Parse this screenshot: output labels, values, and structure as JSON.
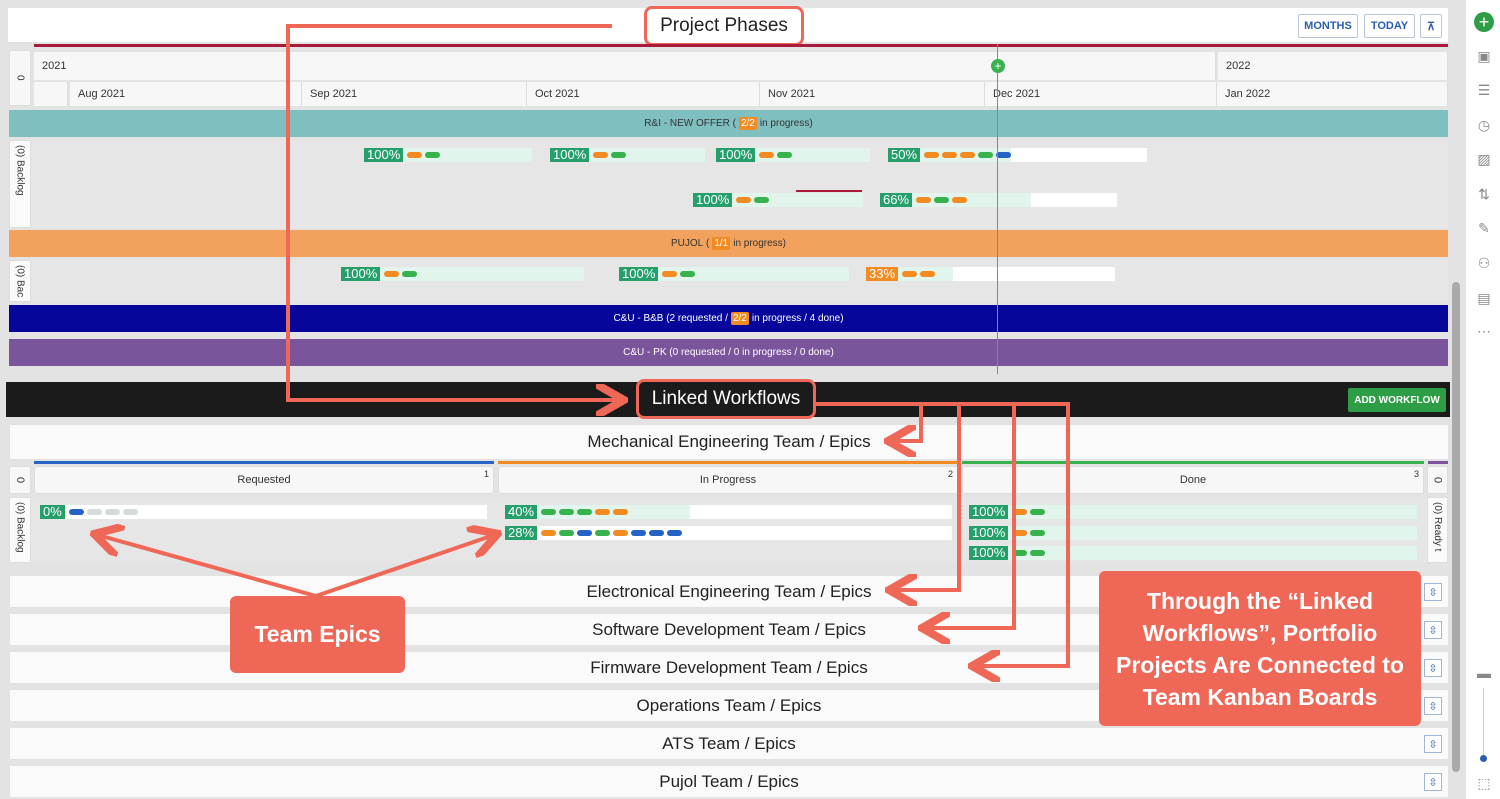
{
  "topbar": {
    "title": "Project Phases",
    "months_label": "MONTHS",
    "today_label": "TODAY",
    "pin_icon": "pin-icon"
  },
  "timeline": {
    "side_label": "0",
    "years": [
      "2021",
      "2022"
    ],
    "months": [
      "Aug 2021",
      "Sep 2021",
      "Oct 2021",
      "Nov 2021",
      "Dec 2021",
      "Jan 2022"
    ]
  },
  "bands": {
    "rni": {
      "name": "R&I - NEW OFFER",
      "count": "2/2",
      "suffix": "in progress)",
      "color": "#7fbfbf"
    },
    "pujol": {
      "name": "PUJOL",
      "count": "1/1",
      "suffix": "in progress)",
      "color": "#f2a25c"
    },
    "cubb": {
      "prefix": "C&U - B&B  (2 requested /",
      "count": "2/2",
      "suffix": "in progress / 4 done)",
      "color": "#06069a"
    },
    "cupk": {
      "text": "C&U - PK  (0 requested / 0 in progress / 0 done)",
      "color": "#7b559c"
    }
  },
  "lanes": {
    "backlog_label": "(0) Backlog",
    "backlog_short": "(0) Bac",
    "ready_label": "(0) Ready t"
  },
  "epics": {
    "rni_row1": [
      "100%",
      "100%",
      "100%",
      "50%"
    ],
    "rni_row2": [
      "100%",
      "66%"
    ],
    "pujol_row": [
      "100%",
      "100%",
      "33%"
    ]
  },
  "linked": {
    "title": "Linked Workflows",
    "add_label": "ADD WORKFLOW"
  },
  "kanban": {
    "team": "Mechanical Engineering Team / Epics",
    "side_zero": "0",
    "columns": [
      {
        "name": "Requested",
        "count": "1"
      },
      {
        "name": "In Progress",
        "count": "2"
      },
      {
        "name": "Done",
        "count": "3"
      }
    ],
    "requested": [
      "0%"
    ],
    "in_progress": [
      "40%",
      "28%"
    ],
    "done": [
      "100%",
      "100%",
      "100%"
    ]
  },
  "teams": [
    "Electronical Engineering Team / Epics",
    "Software Development Team / Epics",
    "Firmware Development Team / Epics",
    "Operations Team / Epics",
    "ATS Team / Epics",
    "Pujol Team / Epics"
  ],
  "annotations": {
    "team_epics": "Team Epics",
    "through": "Through the “Linked Workflows”, Portfolio Projects Are Connected to Team Kanban Boards"
  },
  "colors": {
    "accent_red": "#ef6757",
    "progress_green": "#25a06b",
    "orange": "#f28b22"
  }
}
